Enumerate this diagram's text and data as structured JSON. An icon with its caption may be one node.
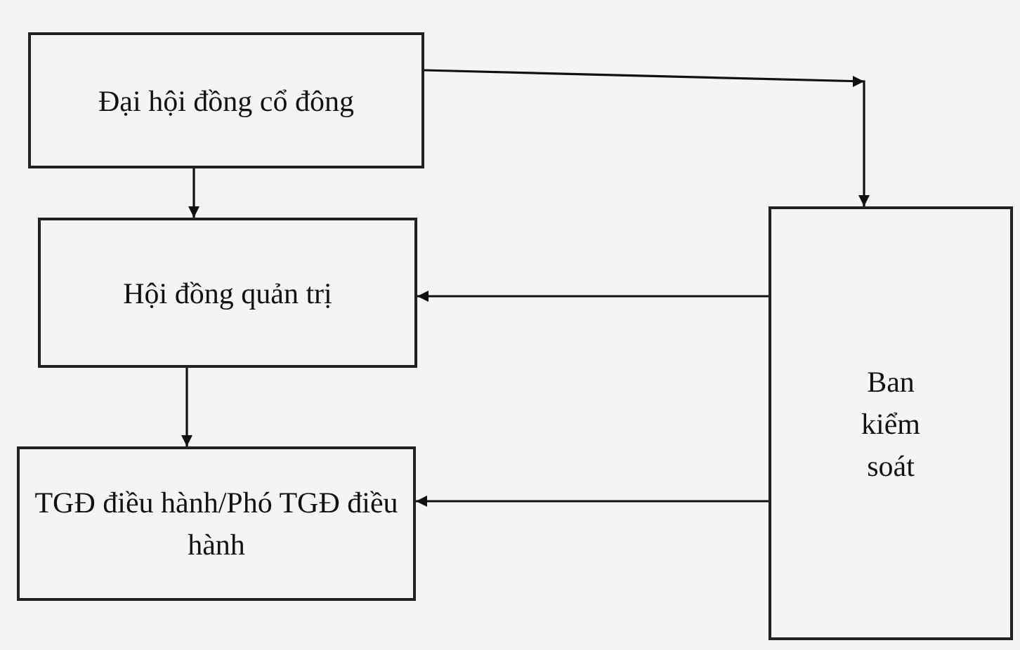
{
  "diagram": {
    "nodes": [
      {
        "text": [
          "Đại hội đồng cổ đông"
        ]
      },
      {
        "text": [
          "Hội đồng quản trị"
        ]
      },
      {
        "text": [
          "TGĐ điều hành/Phó TGĐ điều hành"
        ]
      },
      {
        "text": [
          "Ban kiểm soát"
        ]
      }
    ],
    "edges": [
      {
        "from": 0,
        "to": 3,
        "arrow": "to"
      },
      {
        "from": 0,
        "to": 1,
        "arrow": "to"
      },
      {
        "from": 3,
        "to": 1,
        "arrow": "to"
      },
      {
        "from": 1,
        "to": 2,
        "arrow": "to"
      },
      {
        "from": 3,
        "to": 2,
        "arrow": "to"
      }
    ]
  }
}
